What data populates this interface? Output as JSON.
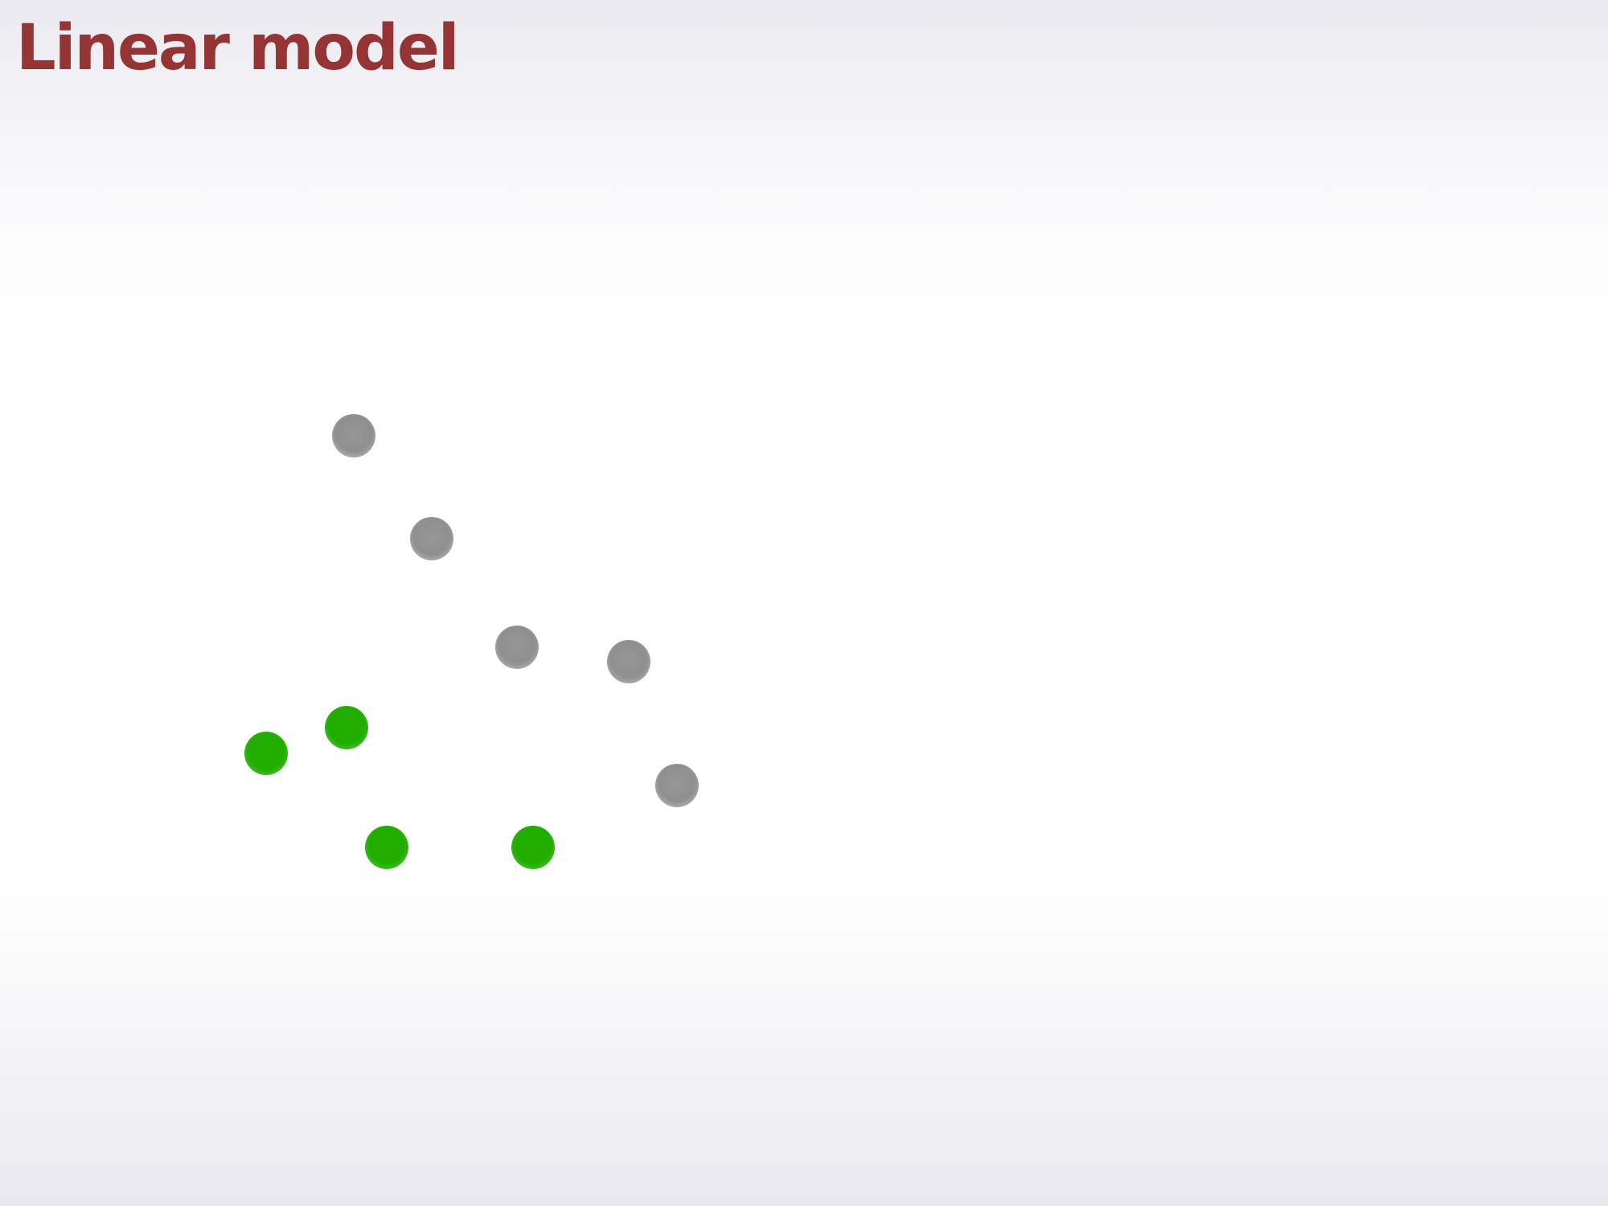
{
  "slide": {
    "title": "Linear model"
  },
  "colors": {
    "title": "#943434",
    "gray_point": "#8f8f8f",
    "green_point": "#21ad00"
  },
  "points": [
    {
      "class": "gray"
    },
    {
      "class": "gray"
    },
    {
      "class": "gray"
    },
    {
      "class": "gray"
    },
    {
      "class": "gray"
    },
    {
      "class": "green"
    },
    {
      "class": "green"
    },
    {
      "class": "green"
    },
    {
      "class": "green"
    }
  ]
}
